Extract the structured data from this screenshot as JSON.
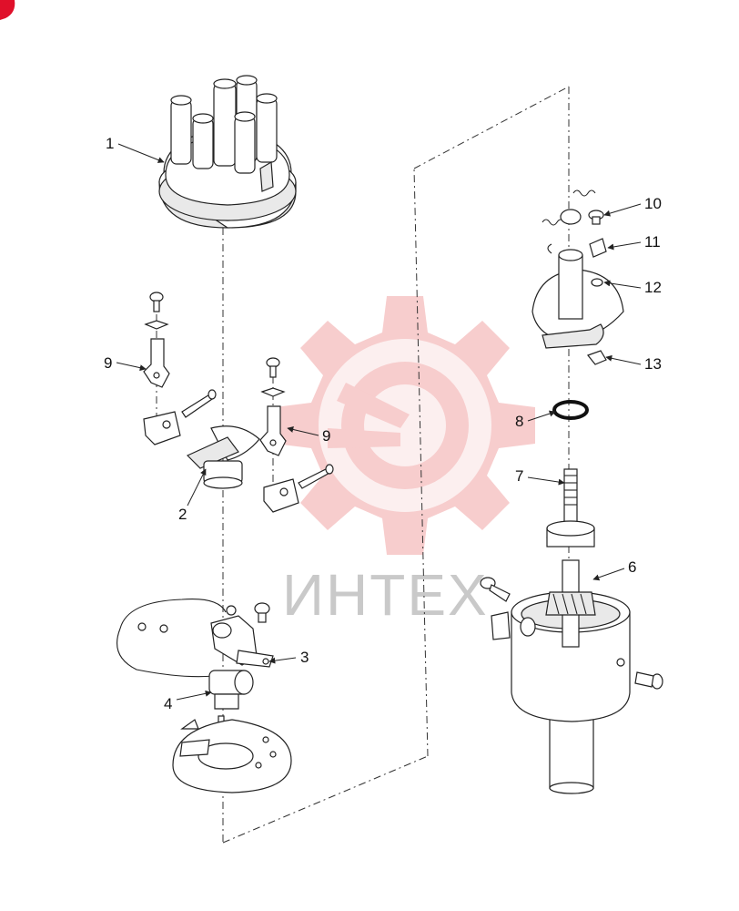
{
  "watermark": {
    "text": "ИНТЕХ",
    "gear_color": "#f2a5a5"
  },
  "callouts": {
    "c1": "1",
    "c2": "2",
    "c3": "3",
    "c4": "4",
    "c6": "6",
    "c7": "7",
    "c8": "8",
    "c9a": "9",
    "c9b": "9",
    "c10": "10",
    "c11": "11",
    "c12": "12",
    "c13": "13"
  },
  "colors": {
    "corner_badge": "#e0102a",
    "line": "#222222"
  }
}
